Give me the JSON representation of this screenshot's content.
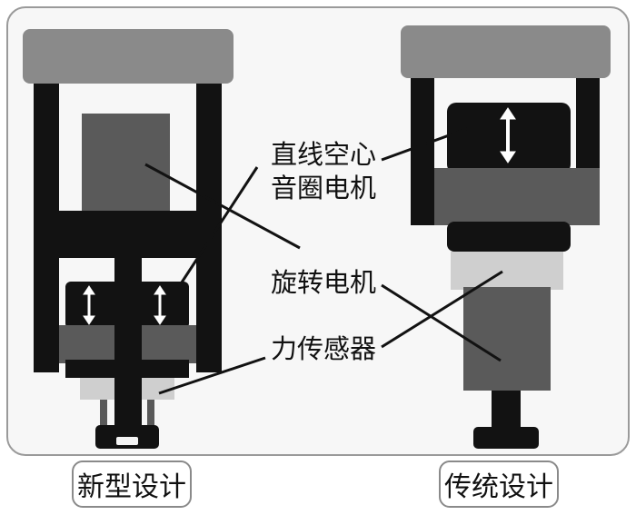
{
  "labels": {
    "linear_voice_coil_motor_line1": "直线空心",
    "linear_voice_coil_motor_line2": "音圈电机",
    "rotary_motor": "旋转电机",
    "force_sensor": "力传感器"
  },
  "captions": {
    "new_design": "新型设计",
    "traditional_design": "传统设计"
  },
  "colors": {
    "black": "#121212",
    "dark_gray": "#5a5a5a",
    "mid_gray": "#8a8a8a",
    "light_gray": "#cfcfcf",
    "frame_border": "#9a9a9a",
    "background": "#f4f4f4"
  }
}
